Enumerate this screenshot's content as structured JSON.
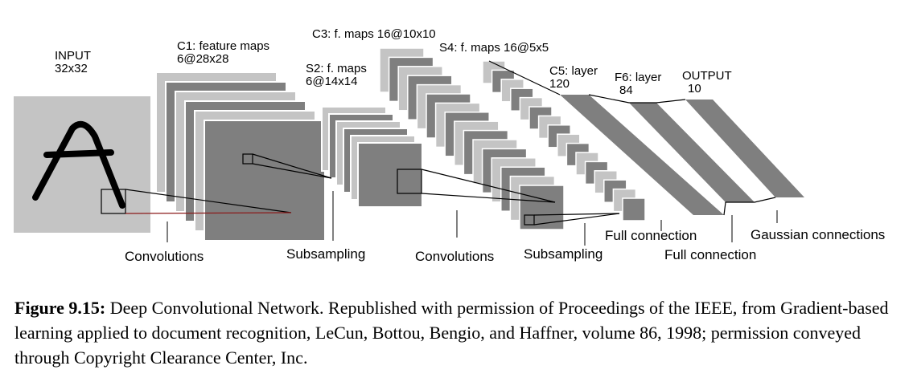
{
  "diagram": {
    "input": {
      "name": "INPUT",
      "size": "32x32"
    },
    "c1": {
      "name": "C1: feature maps",
      "size": "6@28x28"
    },
    "s2": {
      "name": "S2: f. maps",
      "size": "6@14x14"
    },
    "c3": {
      "name": "C3: f. maps 16@10x10"
    },
    "s4": {
      "name": "S4: f. maps 16@5x5"
    },
    "c5": {
      "name": "C5: layer",
      "size": "120"
    },
    "f6": {
      "name": "F6: layer",
      "size": "84"
    },
    "output": {
      "name": "OUTPUT",
      "size": "10"
    },
    "operations": {
      "conv1": "Convolutions",
      "sub1": "Subsampling",
      "conv2": "Convolutions",
      "sub2": "Subsampling",
      "full1": "Full connection",
      "full2": "Full connection",
      "gauss": "Gaussian connections"
    },
    "colors": {
      "light": "#c4c4c4",
      "dark": "#7f7f7f",
      "ink": "#000000",
      "frame": "#ffffff"
    }
  },
  "caption": {
    "label": "Figure 9.15:",
    "text": "Deep Convolutional Network. Republished with permission of Proceedings of the IEEE, from Gradient-based learning applied to document recognition, LeCun, Bottou, Bengio, and Haffner, volume 86, 1998; permission conveyed through Copyright Clearance Center, Inc."
  }
}
